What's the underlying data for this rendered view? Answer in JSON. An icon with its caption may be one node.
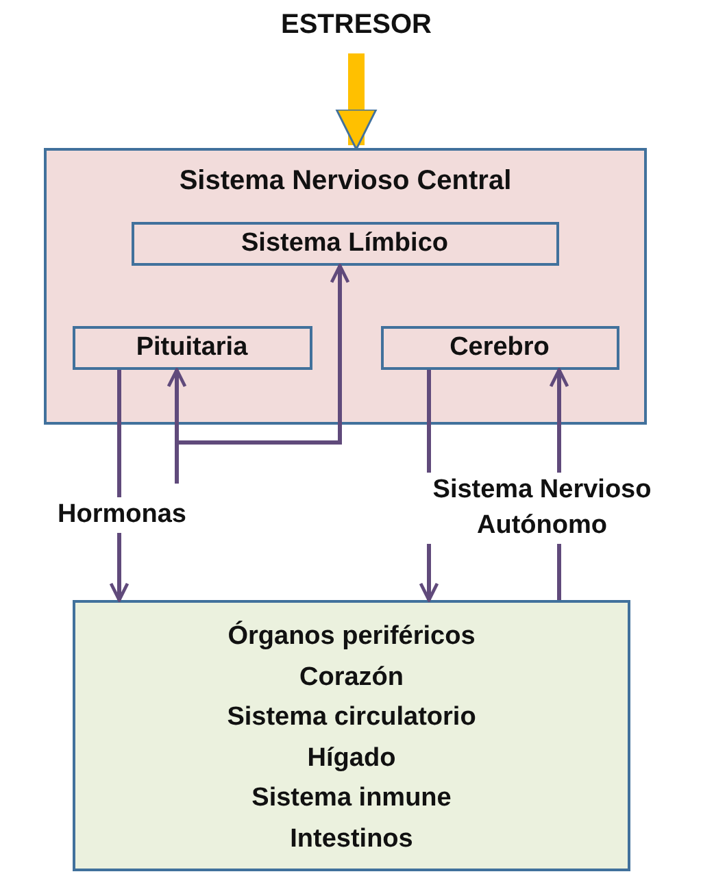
{
  "diagram": {
    "nodes": [
      {
        "text": [
          "ESTRESOR"
        ]
      },
      {
        "text": [
          "Sistema Nervioso Central"
        ]
      },
      {
        "text": [
          "Sistema Límbico"
        ],
        "in": 1
      },
      {
        "text": [
          "Pituitaria"
        ],
        "in": 1
      },
      {
        "text": [
          "Cerebro"
        ],
        "in": 1
      },
      {
        "text": [
          "Órganos periféricos",
          "Corazón",
          "Sistema circulatorio",
          "Hígado",
          "Sistema inmune",
          "Intestinos"
        ]
      }
    ],
    "edges": [
      {
        "from": 0,
        "to": 1,
        "arrow": "to",
        "style": "thick",
        "color": "#ffc000"
      },
      {
        "from": 3,
        "to": 5,
        "arrow": "to",
        "label": "Hormonas"
      },
      {
        "from": null,
        "to": 3,
        "arrow": "to"
      },
      {
        "from": null,
        "to": 2,
        "arrow": "to"
      },
      {
        "from": 4,
        "to": 5,
        "arrow": "to",
        "label": "Sistema Nervioso Autónomo"
      },
      {
        "from": 5,
        "to": 4,
        "arrow": "to"
      }
    ]
  }
}
